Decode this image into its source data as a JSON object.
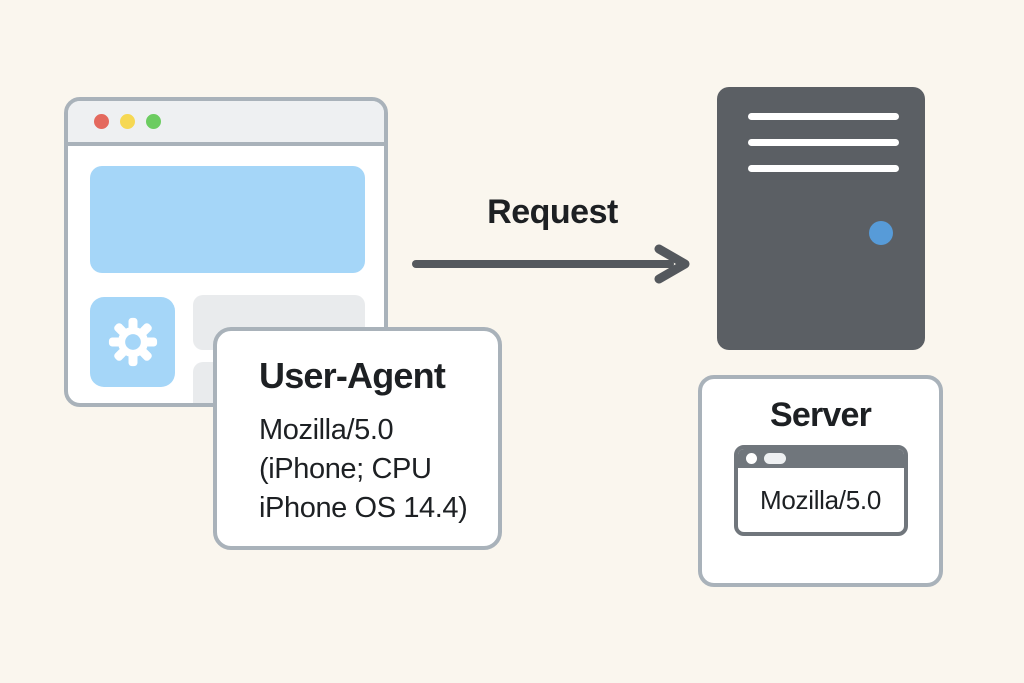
{
  "request": {
    "label": "Request"
  },
  "user_agent_card": {
    "title": "User-Agent",
    "value": "Mozilla/5.0 (iPhone; CPU iPhone OS 14.4)"
  },
  "server_card": {
    "title": "Server",
    "stored_value": "Mozilla/5.0"
  },
  "icons": {
    "gear": "white gear glyph on blue tile",
    "arrow_right": "→",
    "traffic_lights": [
      "red",
      "yellow",
      "green"
    ],
    "server_tower": "dark tower with 3 vent lines and blue LED",
    "mini_browser": "gray window with dot and pill in titlebar"
  },
  "colors": {
    "background": "#faf6ee",
    "border_gray": "#a9b2ba",
    "panel_gray": "#eef0f2",
    "placeholder_gray": "#e9ebed",
    "accent_blue": "#a5d6f8",
    "server_gray": "#5b5f64",
    "arrow_gray": "#54585d",
    "text_dark": "#1d2023",
    "mini_window_gray": "#70767c",
    "led_blue": "#579bd8",
    "traffic_red": "#e4695e",
    "traffic_yellow": "#f6d853",
    "traffic_green": "#6ccc61"
  }
}
